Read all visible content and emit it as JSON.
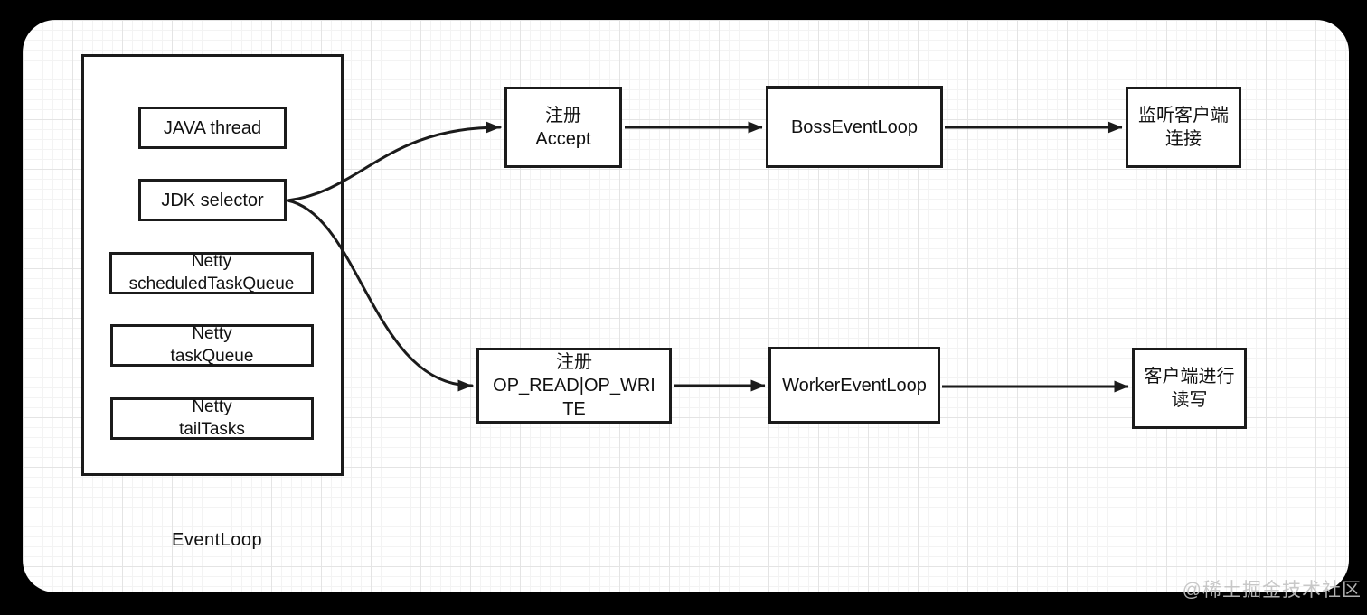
{
  "canvas": {
    "background": "#000000",
    "card_background": "#ffffff",
    "grid_minor_color": "#f3f3f3",
    "grid_major_color": "#e4e4e4",
    "stroke_color": "#1b1b1b"
  },
  "diagram": {
    "group": {
      "label": "EventLoop",
      "nodes": {
        "java_thread": "JAVA thread",
        "jdk_selector": "JDK selector",
        "scheduled_task_queue": "Netty\nscheduledTaskQueue",
        "task_queue": "Netty\ntaskQueue",
        "tail_tasks": "Netty\ntailTasks"
      }
    },
    "boss_flow": {
      "register_accept": "注册\nAccept",
      "boss_event_loop": "BossEventLoop",
      "listen_clients": "监听客户端\n连接"
    },
    "worker_flow": {
      "register_ops": "注册\nOP_READ|OP_WRI\nTE",
      "worker_event_loop": "WorkerEventLoop",
      "client_read_write": "客户端进行\n读写"
    }
  },
  "watermark": "@稀土掘金技术社区"
}
